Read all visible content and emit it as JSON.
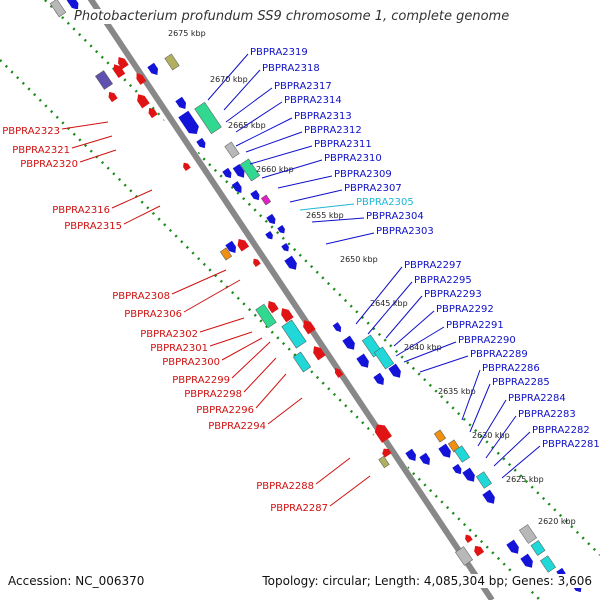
{
  "title": "Photobacterium profundum SS9 chromosome 1, complete genome",
  "footer": {
    "accession": "Accession: NC_006370",
    "summary": "Topology: circular; Length: 4,085,304 bp; Genes: 3,606"
  },
  "scale_labels": [
    "2675 kbp",
    "2670 kbp",
    "2665 kbp",
    "2660 kbp",
    "2655 kbp",
    "2650 kbp",
    "2645 kbp",
    "2640 kbp",
    "2635 kbp",
    "2630 kbp",
    "2625 kbp",
    "2620 kbp"
  ],
  "labels_right": [
    {
      "text": "PBPRA2319",
      "color": "#1010c8"
    },
    {
      "text": "PBPRA2318",
      "color": "#1010c8"
    },
    {
      "text": "PBPRA2317",
      "color": "#1010c8"
    },
    {
      "text": "PBPRA2314",
      "color": "#1010c8"
    },
    {
      "text": "PBPRA2313",
      "color": "#1010c8"
    },
    {
      "text": "PBPRA2312",
      "color": "#1010c8"
    },
    {
      "text": "PBPRA2311",
      "color": "#1010c8"
    },
    {
      "text": "PBPRA2310",
      "color": "#1010c8"
    },
    {
      "text": "PBPRA2309",
      "color": "#1010c8"
    },
    {
      "text": "PBPRA2307",
      "color": "#1010c8"
    },
    {
      "text": "PBPRA2305",
      "color": "#20b8d8"
    },
    {
      "text": "PBPRA2304",
      "color": "#1010c8"
    },
    {
      "text": "PBPRA2303",
      "color": "#1010c8"
    },
    {
      "text": "PBPRA2297",
      "color": "#1010c8"
    },
    {
      "text": "PBPRA2295",
      "color": "#1010c8"
    },
    {
      "text": "PBPRA2293",
      "color": "#1010c8"
    },
    {
      "text": "PBPRA2292",
      "color": "#1010c8"
    },
    {
      "text": "PBPRA2291",
      "color": "#1010c8"
    },
    {
      "text": "PBPRA2290",
      "color": "#1010c8"
    },
    {
      "text": "PBPRA2289",
      "color": "#1010c8"
    },
    {
      "text": "PBPRA2286",
      "color": "#1010c8"
    },
    {
      "text": "PBPRA2285",
      "color": "#1010c8"
    },
    {
      "text": "PBPRA2284",
      "color": "#1010c8"
    },
    {
      "text": "PBPRA2283",
      "color": "#1010c8"
    },
    {
      "text": "PBPRA2282",
      "color": "#1010c8"
    },
    {
      "text": "PBPRA2281",
      "color": "#1010c8"
    }
  ],
  "labels_left": [
    {
      "text": "PBPRA2323",
      "color": "#d01010"
    },
    {
      "text": "PBPRA2321",
      "color": "#d01010"
    },
    {
      "text": "PBPRA2320",
      "color": "#d01010"
    },
    {
      "text": "PBPRA2316",
      "color": "#d01010"
    },
    {
      "text": "PBPRA2315",
      "color": "#d01010"
    },
    {
      "text": "PBPRA2308",
      "color": "#d01010"
    },
    {
      "text": "PBPRA2306",
      "color": "#d01010"
    },
    {
      "text": "PBPRA2302",
      "color": "#d01010"
    },
    {
      "text": "PBPRA2301",
      "color": "#d01010"
    },
    {
      "text": "PBPRA2300",
      "color": "#d01010"
    },
    {
      "text": "PBPRA2299",
      "color": "#d01010"
    },
    {
      "text": "PBPRA2298",
      "color": "#d01010"
    },
    {
      "text": "PBPRA2296",
      "color": "#d01010"
    },
    {
      "text": "PBPRA2294",
      "color": "#d01010"
    },
    {
      "text": "PBPRA2288",
      "color": "#d01010"
    },
    {
      "text": "PBPRA2287",
      "color": "#d01010"
    }
  ],
  "colors": {
    "forward_gene": "#1414d8",
    "reverse_gene": "#e01414",
    "backbone": "#888888",
    "gc_dots": "#1a8a1a",
    "teal": "#20d8d8",
    "green": "#30d890",
    "purple": "#6050b0",
    "olive": "#b0b060",
    "gray": "#b8b8b8",
    "magenta": "#e020c0",
    "orange": "#f09010"
  }
}
